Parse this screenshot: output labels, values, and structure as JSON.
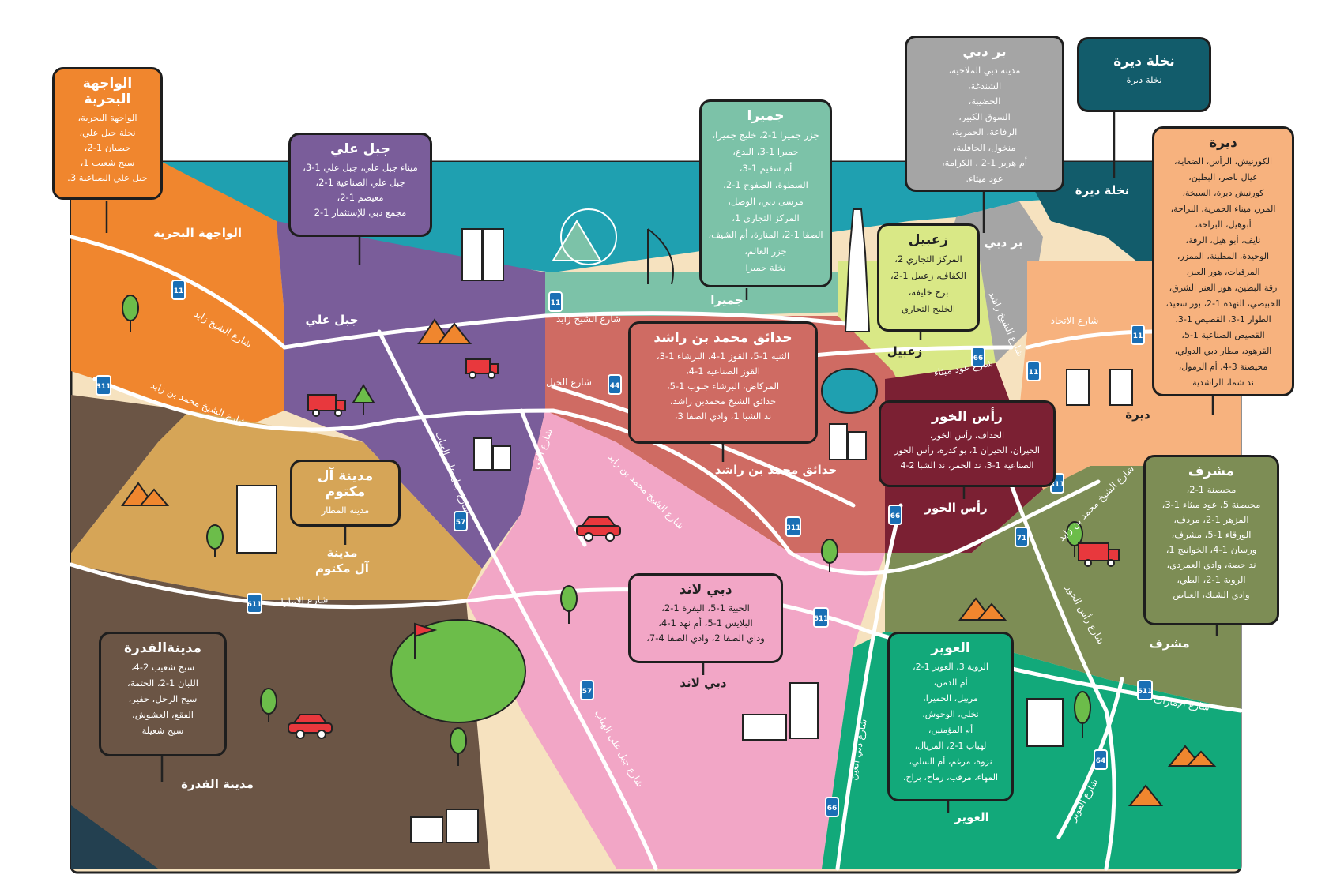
{
  "colors": {
    "sea": "#1fa0b0",
    "waterfront": "#f0862e",
    "jebel_ali": "#7a5d9a",
    "jumeirah": "#7cc2a8",
    "mbr_gardens": "#cf6b63",
    "zabeel": "#d9e886",
    "bur_dubai": "#a5a5a5",
    "deira_island": "#125c6b",
    "deira": "#f7b27e",
    "ras_al_khor": "#7b2033",
    "maktoum": "#d6a557",
    "dubailand": "#f2a6c6",
    "qudra": "#6b5545",
    "mushrif": "#7d8d55",
    "awir": "#12a97a",
    "desert": "#f6e2bf",
    "golf": "#6cbd4a"
  },
  "cards": {
    "waterfront": {
      "title": "الواجهة البحرية",
      "items": [
        "الواجهة البحرية،",
        "نخلة جبل علي،",
        "حصيان 1-2،",
        "سيح شعيب 1،",
        "جبل علي الصناعية 3."
      ]
    },
    "jebel_ali": {
      "title": "جبل علي",
      "items": [
        "ميناء جبل علي، جبل علي 1-3،",
        "جبل علي الصناعية 1-2،",
        "معيصم 1-2،",
        "مجمع دبي للإستثمار 1-2"
      ]
    },
    "jumeirah": {
      "title": "جميرا",
      "items": [
        "جزر جميرا 1-2، خليج جميرا،",
        "جميرا 1-3، البدع،",
        "أم سقيم 1-3،",
        "السطوة، الصفوح 1-2،",
        "مرسى دبي، الوصل،",
        "المركز التجاري 1،",
        "الصفا 1-2، المنارة، أم الشيف،",
        "جزر العالم،",
        "نخلة جميرا"
      ]
    },
    "bur_dubai": {
      "title": "بر دبي",
      "items": [
        "مدينة دبي الملاحية،",
        "الشندغة،",
        "الحضيبة،",
        "السوق الكبير،",
        "الرفاعة، الحمرية،",
        "منخول، الجافلية،",
        "أم هرير 1-2 ، الكرامة،",
        "عود ميثاء."
      ]
    },
    "deira_island": {
      "title": "نخلة ديرة",
      "items": [
        "نخلة ديرة"
      ]
    },
    "deira": {
      "title": "ديرة",
      "items": [
        "الكورنيش، الرأس، الضغاية،",
        "عيال ناصر، البطين،",
        "كورنيش ديرة، السبخة،",
        "المرر، ميناء الحمرية، البراحة،",
        "أبوهيل، البراحة،",
        "نايف، أبو هيل، الرقة،",
        "الوحيدة، المطينة، الممزر،",
        "المرقبات، هور العنز،",
        "رقة البطين، هور العنز الشرق،",
        "الخبيصي، النهدة 1-2، بور سعيد،",
        "الطوار 1-3، القصيص 1-3،",
        "القصيص الصناعية 1-5،",
        "القرهود، مطار دبي الدولي،",
        "محيصنة 3-4، أم الرمول،",
        "ند شما، الراشدية"
      ]
    },
    "zabeel": {
      "title": "زعبيل",
      "items": [
        "المركز التجاري 2،",
        "الكفاف، زعبيل 1-2،",
        "برج خليفة،",
        "الخليج التجاري"
      ]
    },
    "mbr_gardens": {
      "title": "حدائق محمد بن راشد",
      "items": [
        "الثنية 1-5، القوز 1-4، البرشاء 1-3،",
        "القوز الصناعية 1-4،",
        "المركاض، البرشاء جنوب 1-5،",
        "حدائق الشيخ محمدبن راشد،",
        "ند الشبا 1، وادي الصفا 3،"
      ]
    },
    "ras_al_khor": {
      "title": "رأس الخور",
      "items": [
        "الجداف، رأس الخور،",
        "الخيران، الخيران 1، بو كدرة، رأس الخور",
        "الصناعية 1-3، ند الحمر، ند الشبا 2-4"
      ]
    },
    "maktoum": {
      "title": "مدينة آل مكتوم",
      "items": [
        "مدينة المطار"
      ]
    },
    "mushrif": {
      "title": "مشرف",
      "items": [
        "محيصنة 1-2،",
        "محيصنة 5، عود ميثاء 1-3،",
        "المزهر 1-2، مردف،",
        "الورقاء 1-5، مشرف،",
        "ورسان 1-4، الخوانيج 1،",
        "ند حصة، وادي العمردي،",
        "الروية 1-2، الطي،",
        "وادي الشبك، العياص"
      ]
    },
    "dubailand": {
      "title": "دبي لاند",
      "items": [
        "الحبية 1-5، اليفرة 1-2،",
        "البلايس 1-5، أم نهد 1-4،",
        "وداي الصفا 2، وادي الصفا 4-7،"
      ]
    },
    "awir": {
      "title": "العوير",
      "items": [
        "الروية 3، العوير 1-2،",
        "أم الدمن،",
        "مريبل، الحميرا،",
        "نخلي، الوحوش،",
        "أم المؤمنين،",
        "لهباب 1-2، المريال،",
        "نزوة، مرغم، أم السلي،",
        "المهاء، مرقب، رماح، براح،"
      ]
    },
    "qudra": {
      "title": "مدينةالقدرة",
      "items": [
        "سيح شعيب 2-4،",
        "اللبان 1-2، الحثمة،",
        "سيح الرحل، حفير،",
        "الفقع، العشوش،",
        "سيح شعيلة"
      ]
    }
  },
  "map_labels": {
    "waterfront": "الواجهة البحرية",
    "jebel_ali": "جبل علي",
    "jumeirah": "جميرا",
    "bur_dubai": "بر دبي",
    "deira_island": "نخلة ديرة",
    "deira": "ديرة",
    "zabeel": "زعبيل",
    "mbr_gardens": "حدائق محمد بن راشد",
    "ras_al_khor": "رأس الخور",
    "maktoum_1": "مدينة",
    "maktoum_2": "آل مكتوم",
    "mushrif": "مشرف",
    "dubailand": "دبي لاند",
    "awir": "العوير",
    "qudra": "مدينة القدرة"
  },
  "road_labels": {
    "szr_west": "شارع الشيخ زايد",
    "smbz_west": "شارع الشيخ محمد بن زايد",
    "szr_center": "شارع الشيخ زايد",
    "khail": "شارع الخيل",
    "jebel_ali_lehbab_n": "شارع جبل علي الهباب",
    "jebel_ali_lehbab_s": "شارع جبل علي الهباب",
    "qaa": "شارع القى",
    "smbz_center": "شارع الشيخ محمد بن زايد",
    "emirates_w": "شارع الإمارات",
    "emirates_e": "شارع الإمارات",
    "oud_metha": "شارع عود ميثاء",
    "rashid": "شارع الشيخ راشد",
    "ittihad": "شارع الاتحاد",
    "smbz_east": "شارع الشيخ محمد بن زايد",
    "ras_khor_rd": "شارع رأس الخور",
    "dubai_ain": "شارع دبي العين",
    "awir_rd": "شارع العوير"
  },
  "shields": {
    "s11": "11",
    "s311": "311",
    "s44": "44",
    "s66": "66",
    "s611": "611",
    "s71": "71",
    "s57": "57",
    "s64": "64"
  }
}
